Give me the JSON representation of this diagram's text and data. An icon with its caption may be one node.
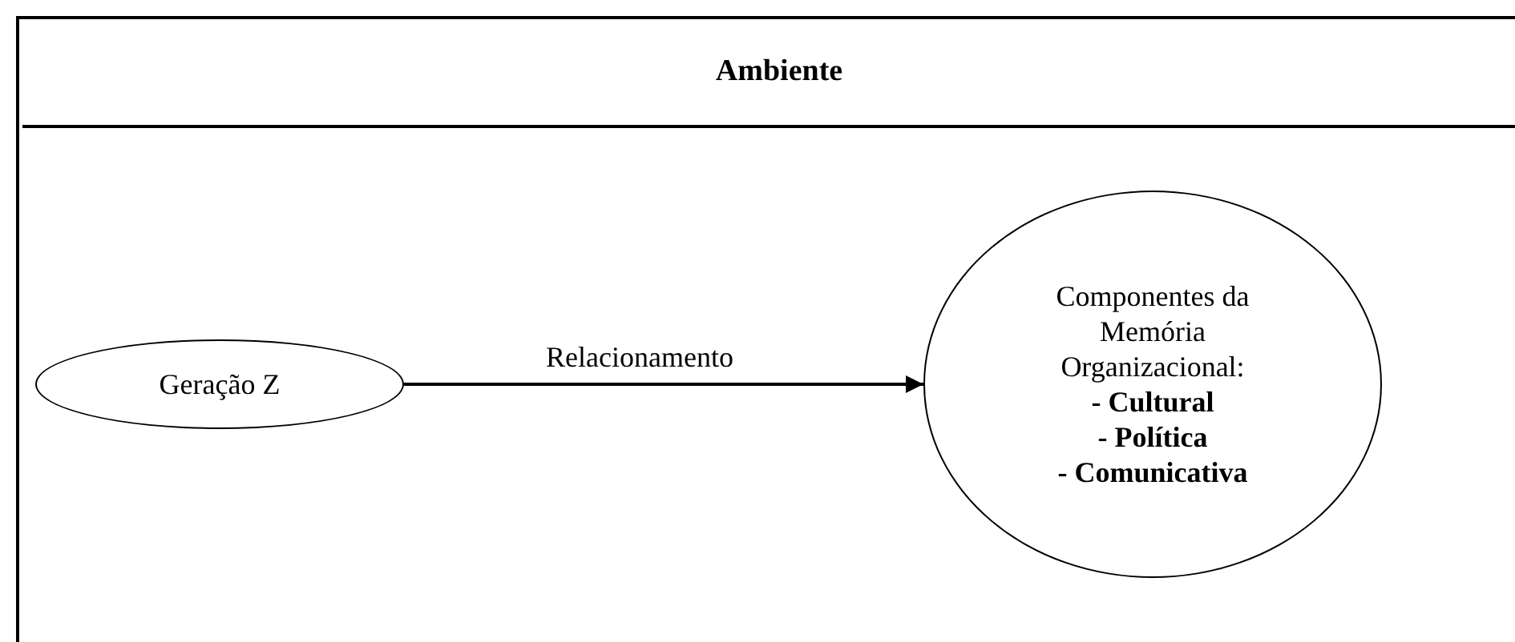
{
  "diagram": {
    "nodes": [
      {
        "text": [
          "Ambiente"
        ]
      },
      {
        "text": [
          "Geração Z"
        ],
        "in": 0
      },
      {
        "text": [
          "Componentes da Memória Organizacional:",
          "- Cultural",
          "- Política",
          "- Comunicativa"
        ],
        "in": 0
      }
    ],
    "edges": [
      {
        "from": 1,
        "to": 2,
        "arrow": "to",
        "label": "Relacionamento"
      }
    ]
  }
}
